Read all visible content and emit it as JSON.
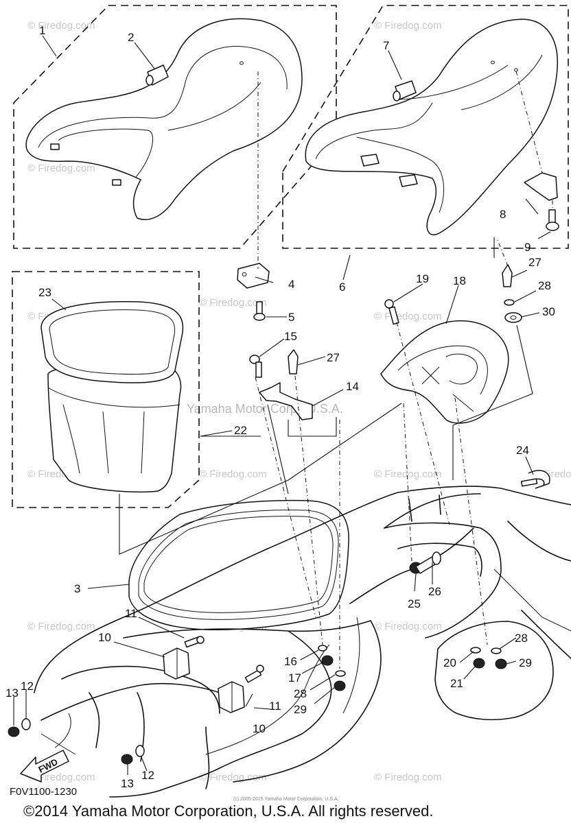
{
  "diagram": {
    "callouts": {
      "c1": "1",
      "c2": "2",
      "c3": "3",
      "c4": "4",
      "c5": "5",
      "c6": "6",
      "c7": "7",
      "c8": "8",
      "c9": "9",
      "c10a": "10",
      "c10b": "10",
      "c11a": "11",
      "c11b": "11",
      "c12a": "12",
      "c12b": "12",
      "c13a": "13",
      "c13b": "13",
      "c14": "14",
      "c15": "15",
      "c16": "16",
      "c17": "17",
      "c18": "18",
      "c19": "19",
      "c20": "20",
      "c21": "21",
      "c22": "22",
      "c23": "23",
      "c24": "24",
      "c25": "25",
      "c26": "26",
      "c27a": "27",
      "c27b": "27",
      "c28a": "28",
      "c28b": "28",
      "c28c": "28",
      "c29a": "29",
      "c29b": "29",
      "c30": "30"
    },
    "direction_arrow": "FWD",
    "center_watermark": "Yamaha Motor Corp., U.S.A.",
    "watermark": "© Firedog.com",
    "watermark_tag": "Firedog.com",
    "drawing_code": "F0V1100-1230",
    "tiny_copyright": "(c) 2005-2015 Yamaha Motor Corporation, U.S.A.",
    "footer": "©2014 Yamaha Motor Corporation, U.S.A. All rights reserved."
  }
}
